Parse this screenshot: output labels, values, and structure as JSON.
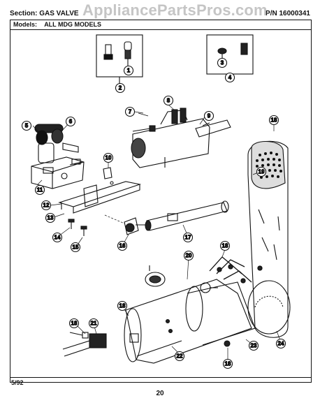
{
  "header": {
    "section_label": "Section:",
    "section_value": "GAS VALVE",
    "pn_label": "P/N",
    "pn_value": "16000341"
  },
  "watermark": "AppliancePartsPros.com",
  "models": {
    "label": "Models:",
    "value": "ALL MDG MODELS"
  },
  "footer": {
    "date": "5/92",
    "page_number": "20"
  },
  "callouts": [
    "1",
    "2",
    "3",
    "4",
    "5",
    "6",
    "7",
    "8",
    "9",
    "10",
    "11",
    "12",
    "13",
    "14",
    "15",
    "16",
    "17",
    "18",
    "19",
    "20",
    "21",
    "22",
    "23",
    "24"
  ]
}
